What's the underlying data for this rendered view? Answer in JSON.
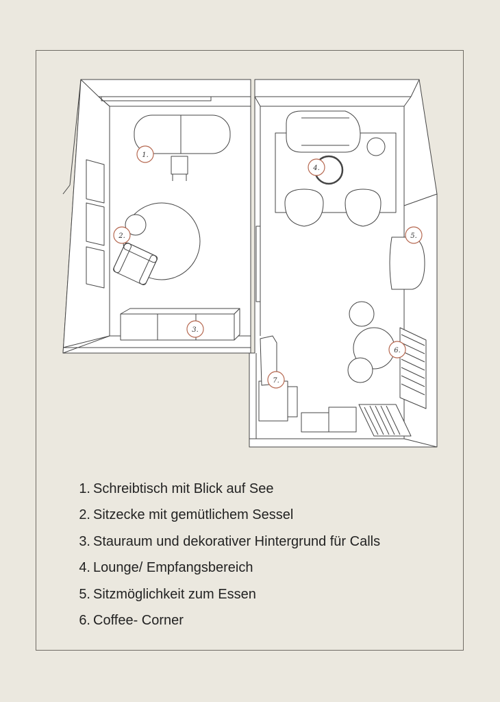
{
  "legend": {
    "items": [
      {
        "num": "1.",
        "label": "Schreibtisch mit Blick auf See"
      },
      {
        "num": "2.",
        "label": "Sitzecke mit gemütlichem Sessel"
      },
      {
        "num": "3.",
        "label": "Stauraum und dekorativer Hintergrund für Calls"
      },
      {
        "num": "4.",
        "label": "Lounge/ Empfangsbereich"
      },
      {
        "num": "5.",
        "label": "Sitzmöglichkeit zum Essen"
      },
      {
        "num": "6.",
        "label": "Coffee- Corner"
      }
    ]
  },
  "plan": {
    "badges": [
      "1.",
      "2.",
      "3.",
      "4.",
      "5.",
      "6.",
      "7."
    ]
  },
  "colors": {
    "background": "#ebe8df",
    "line": "#444444",
    "badge_ring": "#b5674f",
    "room_fill": "#ffffff"
  }
}
